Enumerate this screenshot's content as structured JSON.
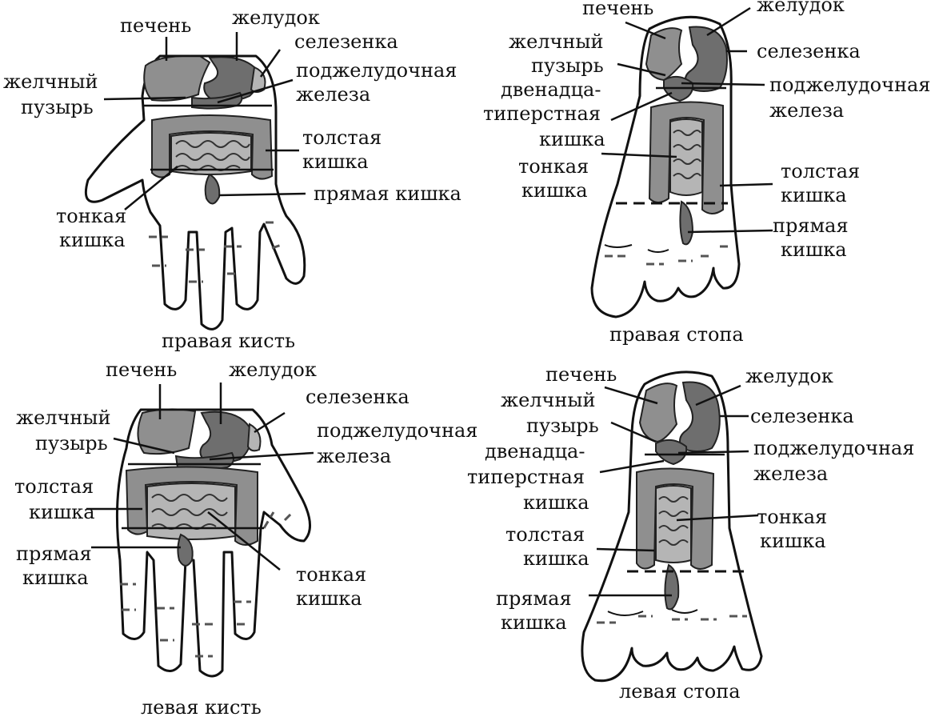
{
  "panels": {
    "right_hand": {
      "caption": "правая кисть",
      "labels": {
        "liver": "печень",
        "stomach": "желудок",
        "spleen": "селезенка",
        "gallbladder_1": "желчный",
        "gallbladder_2": "пузырь",
        "pancreas_1": "поджелудочная",
        "pancreas_2": "железа",
        "colon_1": "толстая",
        "colon_2": "кишка",
        "rectum": "прямая кишка",
        "small_1": "тонкая",
        "small_2": "кишка"
      }
    },
    "right_foot": {
      "caption": "правая стопа",
      "labels": {
        "liver": "печень",
        "stomach": "желудок",
        "gallbladder_1": "желчный",
        "gallbladder_2": "пузырь",
        "spleen": "селезенка",
        "duodenum_1": "двенадца-",
        "duodenum_2": "типерстная",
        "duodenum_3": "кишка",
        "pancreas_1": "поджелудочная",
        "pancreas_2": "железа",
        "small_1": "тонкая",
        "small_2": "кишка",
        "colon_1": "толстая",
        "colon_2": "кишка",
        "rectum_1": "прямая",
        "rectum_2": "кишка"
      }
    },
    "left_hand": {
      "caption": "левая кисть",
      "labels": {
        "liver": "печень",
        "stomach": "желудок",
        "spleen": "селезенка",
        "gallbladder_1": "желчный",
        "gallbladder_2": "пузырь",
        "pancreas_1": "поджелудочная",
        "pancreas_2": "железа",
        "colon_1": "толстая",
        "colon_2": "кишка",
        "rectum_1": "прямая",
        "rectum_2": "кишка",
        "small_1": "тонкая",
        "small_2": "кишка"
      }
    },
    "left_foot": {
      "caption": "левая стопа",
      "labels": {
        "liver": "печень",
        "stomach": "желудок",
        "gallbladder_1": "желчный",
        "gallbladder_2": "пузырь",
        "spleen": "селезенка",
        "duodenum_1": "двенадца-",
        "duodenum_2": "типерстная",
        "duodenum_3": "кишка",
        "pancreas_1": "поджелудочная",
        "pancreas_2": "железа",
        "small_1": "тонкая",
        "small_2": "кишка",
        "colon_1": "толстая",
        "colon_2": "кишка",
        "rectum_1": "прямая",
        "rectum_2": "кишка"
      }
    }
  }
}
